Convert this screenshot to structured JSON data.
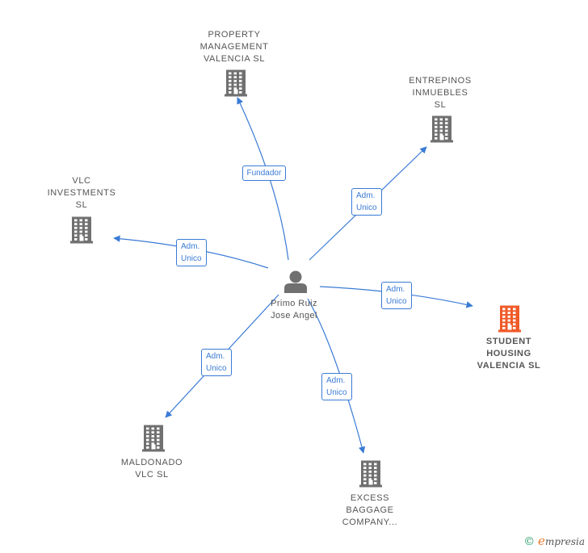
{
  "center": {
    "name": "Primo Ruiz\nJose Angel",
    "icon": "person-icon"
  },
  "colors": {
    "edge": "#3a7bd5",
    "building": "#707070",
    "highlight": "#f05a28",
    "text": "#555555"
  },
  "companies": [
    {
      "id": "pm",
      "name": "PROPERTY\nMANAGEMENT\nVALENCIA  SL",
      "relation": "Fundador",
      "icon": "building-icon",
      "highlight": false
    },
    {
      "id": "ent",
      "name": "ENTREPINOS\nINMUEBLES\nSL",
      "relation": "Adm.\nUnico",
      "icon": "building-icon",
      "highlight": false
    },
    {
      "id": "vlc",
      "name": "VLC\nINVESTMENTS\nSL",
      "relation": "Adm.\nUnico",
      "icon": "building-icon",
      "highlight": false
    },
    {
      "id": "stu",
      "name": "STUDENT\nHOUSING\nVALENCIA  SL",
      "relation": "Adm.\nUnico",
      "icon": "building-icon",
      "highlight": true
    },
    {
      "id": "mal",
      "name": "MALDONADO\nVLC  SL",
      "relation": "Adm.\nUnico",
      "icon": "building-icon",
      "highlight": false
    },
    {
      "id": "exc",
      "name": "EXCESS\nBAGGAGE\nCOMPANY...",
      "relation": "Adm.\nUnico",
      "icon": "building-icon",
      "highlight": false
    }
  ],
  "watermark": {
    "copyright": "©",
    "brand_initial": "e",
    "brand_rest": "mpresia"
  }
}
